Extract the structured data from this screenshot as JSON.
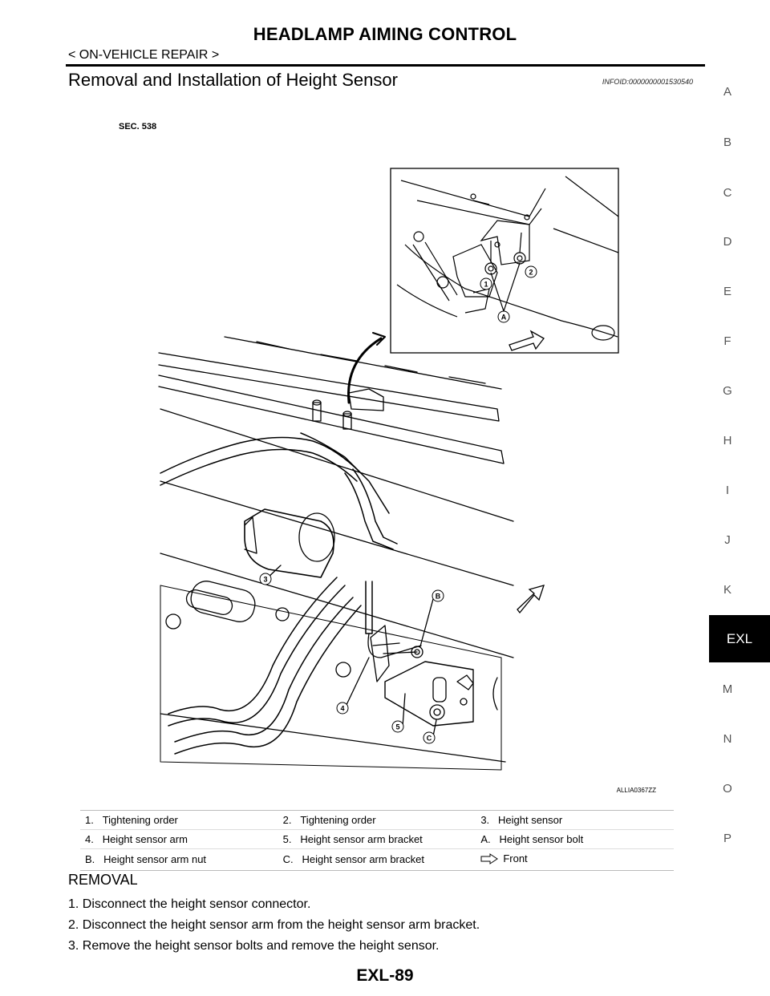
{
  "header": {
    "title": "HEADLAMP AIMING CONTROL",
    "breadcrumb": "< ON-VEHICLE REPAIR >"
  },
  "section": {
    "title": "Removal and Installation of Height Sensor",
    "info_id": "INFOID:0000000001530540"
  },
  "side_index": {
    "letters": [
      "A",
      "B",
      "C",
      "D",
      "E",
      "F",
      "G",
      "H",
      "I",
      "J",
      "K",
      "EXL",
      "M",
      "N",
      "O",
      "P"
    ],
    "active": "EXL"
  },
  "figure": {
    "sec_label": "SEC. 538",
    "fig_code": "ALLIA0367ZZ",
    "callouts": [
      "1",
      "2",
      "A",
      "3",
      "B",
      "4",
      "5",
      "C"
    ]
  },
  "legend": {
    "rows": [
      [
        "1.",
        "Tightening order",
        "2.",
        "Tightening order",
        "3.",
        "Height sensor"
      ],
      [
        "4.",
        "Height sensor arm",
        "5.",
        "Height sensor arm bracket",
        "A.",
        "Height sensor bolt"
      ],
      [
        "B.",
        "Height sensor arm nut",
        "C.",
        "Height sensor arm bracket",
        "",
        "Front"
      ]
    ],
    "front_icon": "hollow-arrow-icon"
  },
  "removal": {
    "heading": "REMOVAL",
    "steps": [
      "1.  Disconnect the height sensor connector.",
      "2.  Disconnect the height sensor arm from the height sensor arm bracket.",
      "3.  Remove the height sensor bolts and remove the height sensor."
    ]
  },
  "footer": {
    "page_number": "EXL-89"
  }
}
